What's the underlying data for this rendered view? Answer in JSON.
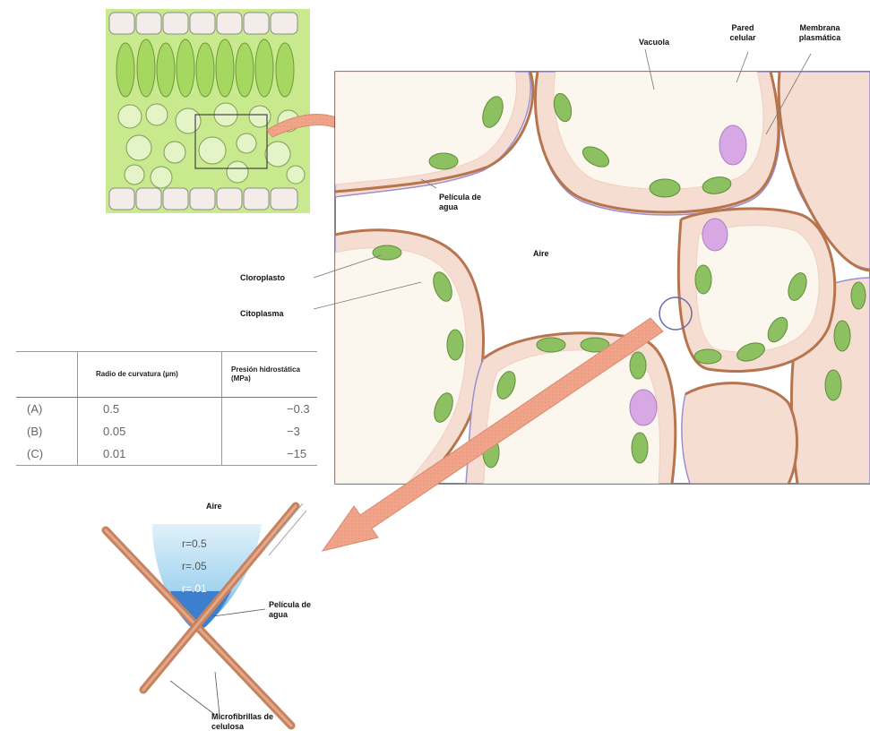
{
  "labels": {
    "vacuole": "Vacuola",
    "cell_wall": "Pared celular",
    "plasma_membrane": "Membrana plasmática",
    "water_film_top": "Película de agua",
    "air_main": "Aire",
    "chloroplast": "Cloroplasto",
    "cytoplasm": "Citoplasma",
    "air_detail": "Aire",
    "water_film_detail": "Película de agua",
    "microfibrils": "Microfibrillas de celulosa"
  },
  "table": {
    "headers": [
      "",
      "Radio de curvatura (µm)",
      "Presión hidrostática (MPa)"
    ],
    "rows": [
      [
        "(A)",
        "0.5",
        "−0.3"
      ],
      [
        "(B)",
        "0.05",
        "−3"
      ],
      [
        "(C)",
        "0.01",
        "−15"
      ]
    ]
  },
  "radii": [
    "r=0.5",
    "r=.05",
    "r=.01"
  ],
  "colors": {
    "leaf_green": "#b9e07a",
    "chloroplast": "#8cc060",
    "cytoplasm": "#f6ddd2",
    "cell_wall": "#b6744f",
    "membrane": "#9b8fd0",
    "vacuole": "#fbf6ee",
    "nucleus": "#d8a8e4",
    "arrow": "#f0a48a",
    "water": "#aed9ee",
    "water_deep": "#3c7fce"
  }
}
